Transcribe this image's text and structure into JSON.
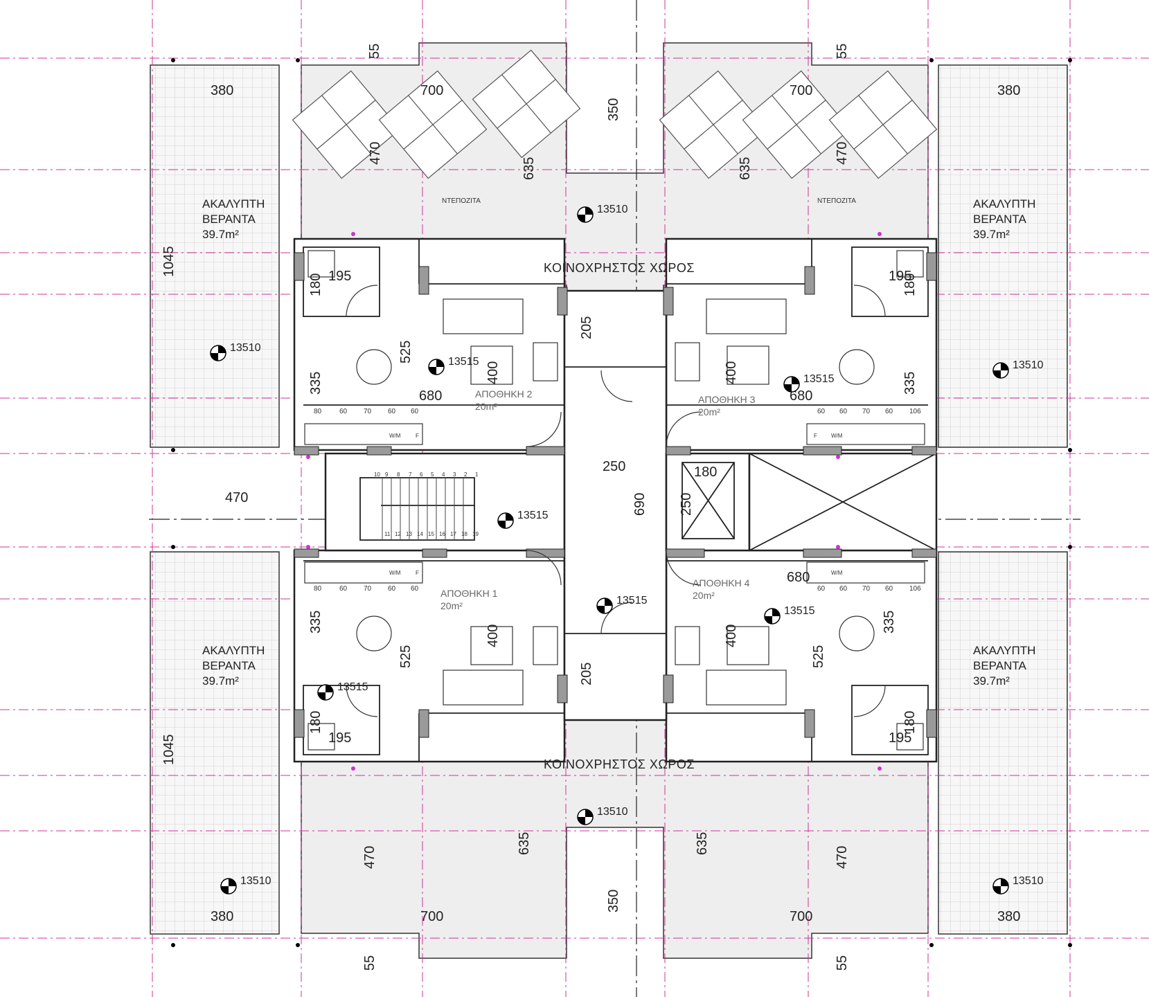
{
  "plan": {
    "terraces": [
      {
        "title_1": "ΑΚΑΛΥΠΤΗ",
        "title_2": "ΒΕΡΑΝΤΑ",
        "area": "39.7m²"
      },
      {
        "title_1": "ΑΚΑΛΥΠΤΗ",
        "title_2": "ΒΕΡΑΝΤΑ",
        "area": "39.7m²"
      },
      {
        "title_1": "ΑΚΑΛΥΠΤΗ",
        "title_2": "ΒΕΡΑΝΤΑ",
        "area": "39.7m²"
      },
      {
        "title_1": "ΑΚΑΛΥΠΤΗ",
        "title_2": "ΒΕΡΑΝΤΑ",
        "area": "39.7m²"
      }
    ],
    "storages": [
      {
        "name": "ΑΠΟΘΗΚΗ 1",
        "area": "20m²"
      },
      {
        "name": "ΑΠΟΘΗΚΗ 2",
        "area": "20m²"
      },
      {
        "name": "ΑΠΟΘΗΚΗ 3",
        "area": "20m²"
      },
      {
        "name": "ΑΠΟΘΗΚΗ 4",
        "area": "20m²"
      }
    ],
    "common_space": "ΚΟΙΝΟΧΡΗΣΤΟΣ ΧΩΡΟΣ",
    "water_tank": "ΝΤΕΠΟΖΙΤΑ",
    "levels": {
      "roof": "13510",
      "floor": "13515"
    },
    "dims": {
      "d380": "380",
      "d700": "700",
      "d350": "350",
      "d55": "55",
      "d470": "470",
      "d635": "635",
      "d1045": "1045",
      "d195": "195",
      "d180": "180",
      "d525": "525",
      "d335": "335",
      "d680": "680",
      "d400": "400",
      "d205": "205",
      "d250": "250",
      "d690": "690",
      "d80": "80",
      "d60": "60",
      "d70": "70",
      "d106": "106"
    },
    "stair_numbers_top": [
      "10",
      "9",
      "8",
      "7",
      "6",
      "5",
      "4",
      "3",
      "2",
      "1"
    ],
    "stair_numbers_bottom": [
      "11",
      "12",
      "13",
      "14",
      "15",
      "16",
      "17",
      "18",
      "19"
    ],
    "appliance_wm": "W/M",
    "appliance_f": "F"
  },
  "colors": {
    "wall": "#222222",
    "grid_line": "#cc3399",
    "hatch": "#b8b8b8",
    "paving": "#eeeeee",
    "column": "#9a9a9a",
    "level_marker": "#000000"
  }
}
